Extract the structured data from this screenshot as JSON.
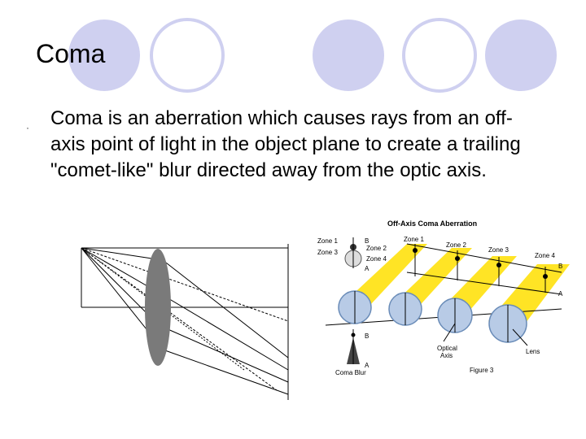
{
  "slide": {
    "title": "Coma",
    "bullet_marker": "·",
    "body": "Coma is an aberration which causes rays from an off-axis point of light in the object plane to create a trailing \"comet-like\" blur directed away from the optic axis."
  },
  "figure": {
    "title": "Off-Axis Coma Aberration",
    "zone1_left": "Zone 1",
    "zone3_left": "Zone 3",
    "b_top": "B",
    "a_top": "A",
    "zone2_small": "Zone 2",
    "zone4_small": "Zone 4",
    "zone1": "Zone 1",
    "zone2": "Zone 2",
    "zone3": "Zone 3",
    "zone4": "Zone 4",
    "b_right": "B",
    "a_right": "A",
    "b_bottom": "B",
    "a_bottom": "A",
    "coma_blur": "Coma Blur",
    "optical": "Optical",
    "axis": "Axis",
    "lens": "Lens",
    "figure_label": "Figure 3"
  },
  "colors": {
    "deco_circle": "#cfd0f0",
    "yellow": "#ffe000",
    "lens_gray": "#7a7a7a"
  }
}
